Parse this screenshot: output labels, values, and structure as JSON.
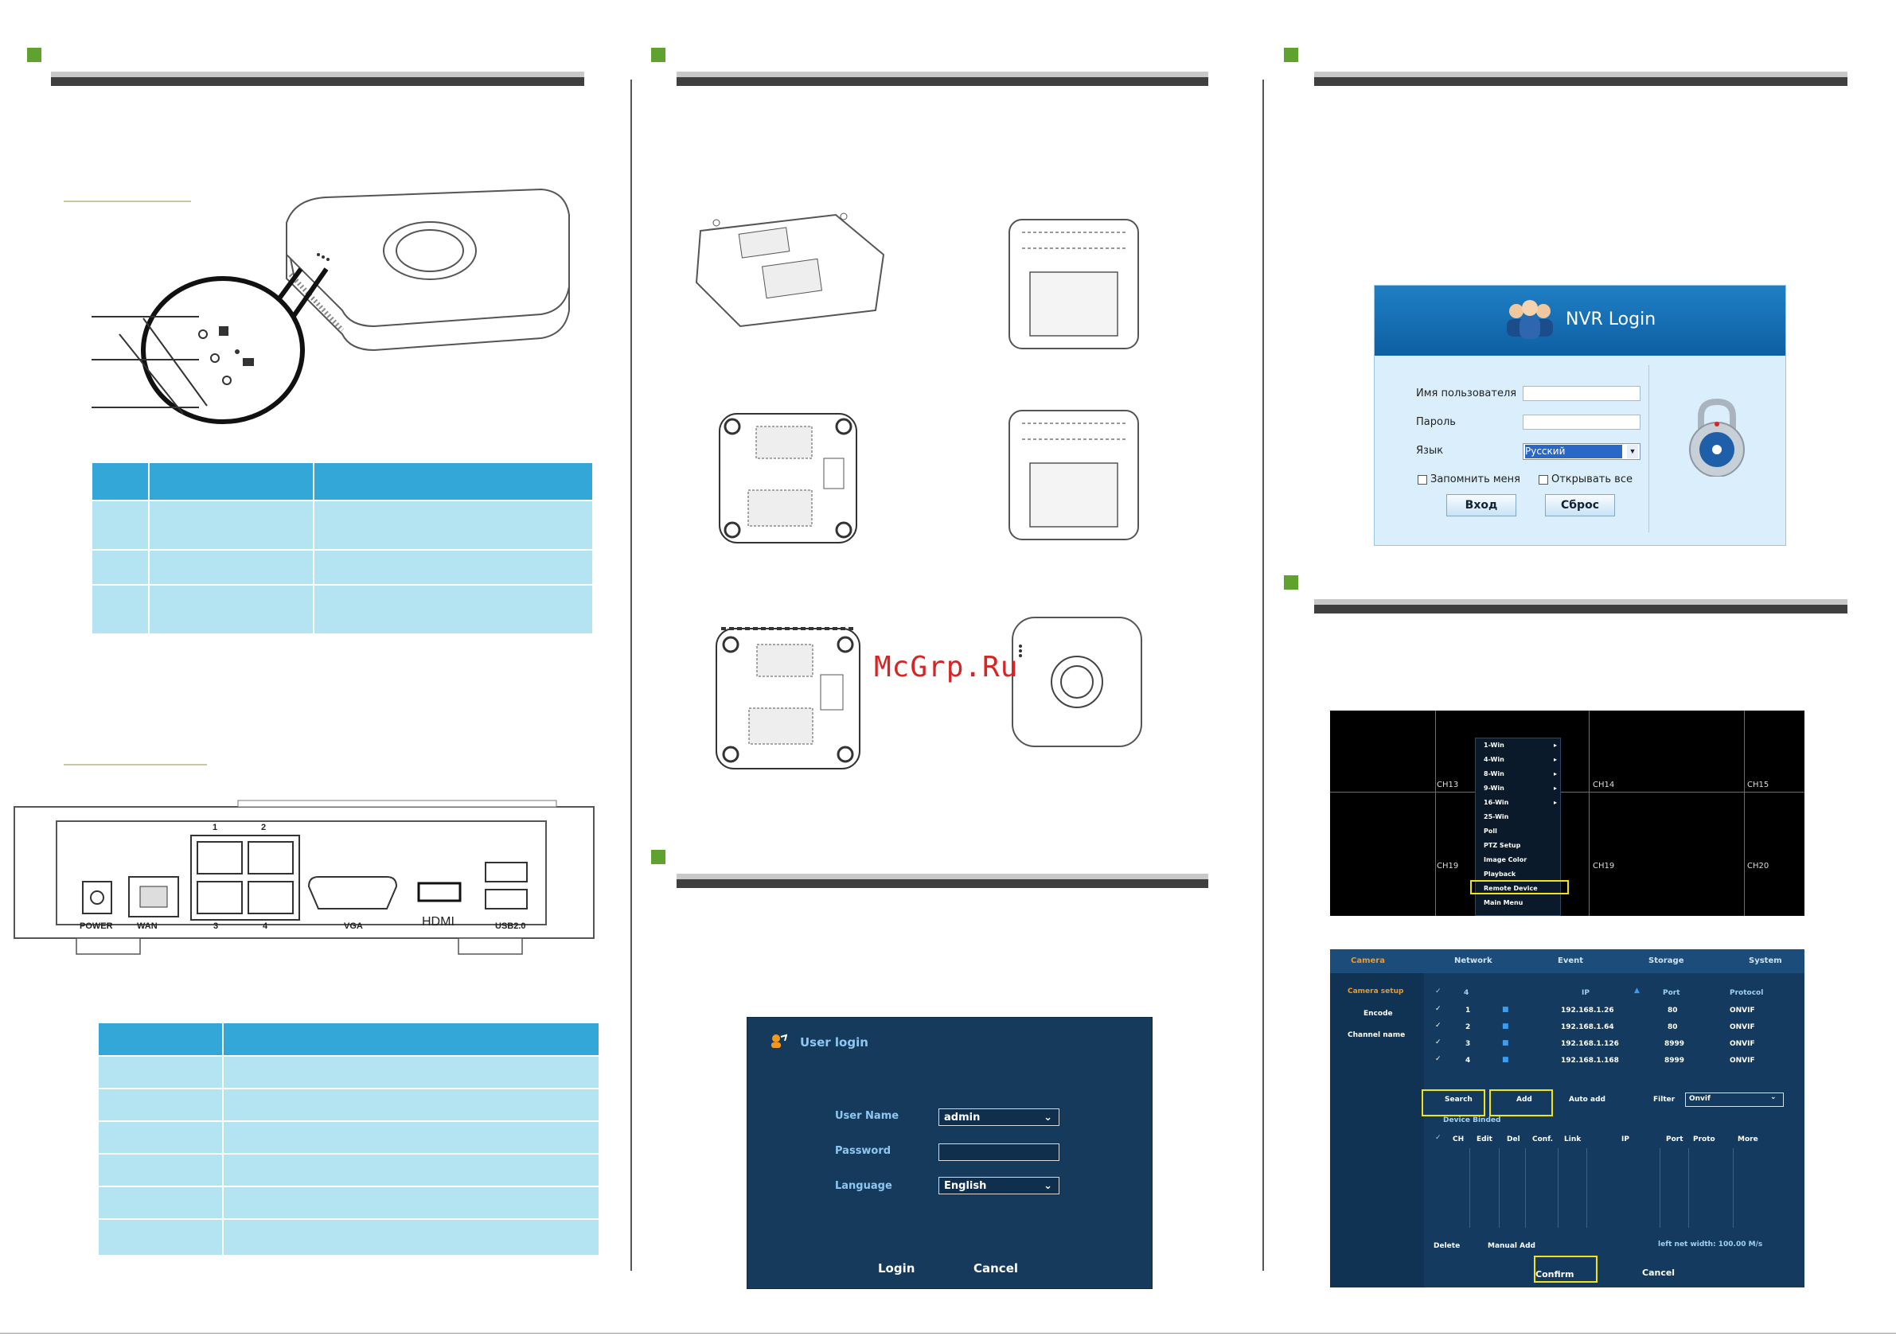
{
  "watermark": "McGrp.Ru",
  "rear_panel": {
    "ports": [
      "POWER",
      "WAN",
      "1",
      "2",
      "3",
      "4",
      "VGA",
      "HDMI",
      "USB2.0"
    ]
  },
  "user_login": {
    "title": "User login",
    "user_name_label": "User Name",
    "user_name_value": "admin",
    "password_label": "Password",
    "language_label": "Language",
    "language_value": "English",
    "login_button": "Login",
    "cancel_button": "Cancel"
  },
  "nvr_login": {
    "title": "NVR Login",
    "username_label": "Имя пользователя",
    "password_label": "Пароль",
    "language_label": "Язык",
    "language_value": "Русский",
    "remember_label": "Запомнить меня",
    "open_all_label": "Открывать все",
    "login_button": "Вход",
    "reset_button": "Сброс"
  },
  "monitor": {
    "channels": [
      "CH13",
      "CH14",
      "CH15",
      "CH19",
      "CH19",
      "CH20"
    ],
    "context_menu": [
      "1-Win",
      "4-Win",
      "8-Win",
      "9-Win",
      "16-Win",
      "25-Win",
      "Poll",
      "PTZ Setup",
      "Image Color",
      "Playback",
      "Remote Device",
      "Main Menu"
    ]
  },
  "camera_setup": {
    "tabs": [
      "Camera",
      "Network",
      "Event",
      "Storage",
      "System"
    ],
    "side_menu": [
      "Camera setup",
      "Encode",
      "Channel name"
    ],
    "header": {
      "count": "4",
      "ip": "IP",
      "port": "Port",
      "protocol": "Protocol"
    },
    "rows": [
      {
        "n": "1",
        "ip": "192.168.1.26",
        "port": "80",
        "protocol": "ONVIF"
      },
      {
        "n": "2",
        "ip": "192.168.1.64",
        "port": "80",
        "protocol": "ONVIF"
      },
      {
        "n": "3",
        "ip": "192.168.1.126",
        "port": "8999",
        "protocol": "ONVIF"
      },
      {
        "n": "4",
        "ip": "192.168.1.168",
        "port": "8999",
        "protocol": "ONVIF"
      }
    ],
    "search_button": "Search",
    "add_button": "Add",
    "auto_add": "Auto add",
    "filter_label": "Filter",
    "filter_value": "Onvif",
    "device_binded": "Device Binded",
    "bind_headers": [
      "CH",
      "Edit",
      "Del",
      "Conf.",
      "Link",
      "IP",
      "Port",
      "Proto",
      "More"
    ],
    "delete_label": "Delete",
    "manual_add": "Manual Add",
    "net_width": "left net width:  100.00 M/s",
    "confirm_button": "Confirm",
    "cancel_button": "Cancel"
  }
}
